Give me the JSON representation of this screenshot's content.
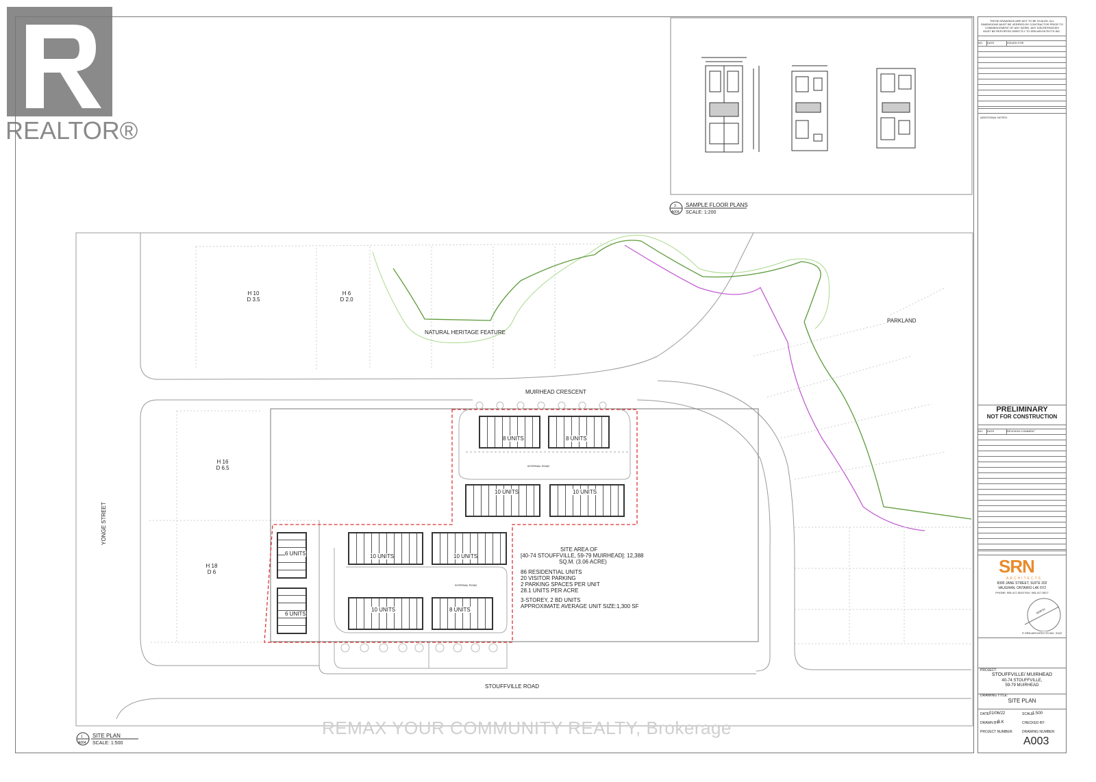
{
  "header_note": "THESE DRAWINGS ARE NOT TO BE SCALED. ALL DIMENSIONS MUST BE VERIFIED BY CONTRACTOR PRIOR TO COMMENCEMENT OF ANY WORK. ANY DISCREPANCIES MUST BE REPORTED DIRECTLY TO SRN ARCHITECTS INC.",
  "issued_table": {
    "headers": [
      "NO.",
      "DATE",
      "ISSUED FOR"
    ]
  },
  "additional_notes": "ADDITIONAL NOTES:",
  "preliminary": {
    "line1": "PRELIMINARY",
    "line2": "NOT FOR CONSTRUCTION"
  },
  "revision_table": {
    "headers": [
      "NO.",
      "DATE",
      "REVISION COMMENT"
    ]
  },
  "firm": {
    "logo": "SRN",
    "sub": "ARCHITECTS",
    "address1": "8395 JANE STREET, SUITE 202",
    "address2": "VAUGHAN, ONTARIO L4K 5Y2",
    "phone": "PHONE: 905-417-5515  FAX: 905-417-5517",
    "copyright": "© SRN ARCHITECTS INC. 2022"
  },
  "north": "NORTH",
  "project": {
    "label": "PROJECT:",
    "name": "STOUFFVILLE/ MUIRHEAD",
    "addr1": "40-74 STOUFFVILLE,",
    "addr2": "59-79 MUIRHEAD"
  },
  "drawing_title": {
    "label": "DRAWING TITLE:",
    "value": "SITE PLAN"
  },
  "meta": {
    "date_label": "DATE:",
    "date": "01/06/22",
    "scale_label": "SCALE:",
    "scale": "1:500",
    "drawn_label": "DRAWN BY:",
    "drawn": "B.K",
    "checked_label": "CHECKED BY:",
    "project_no_label": "PROJECT NUMBER:",
    "drawing_no_label": "DRAWING NUMBER:",
    "sheet": "A003"
  },
  "sample_plans": {
    "title": "SAMPLE FLOOR PLANS",
    "scale": "SCALE: 1:200",
    "ref_top": "3",
    "ref_bottom": "A004"
  },
  "site_plan_label": {
    "title": "SITE PLAN",
    "scale": "SCALE: 1:500",
    "ref_top": "1",
    "ref_bottom": "A004"
  },
  "map_labels": {
    "h10": "H 10",
    "d35": "D 3.5",
    "h6": "H 6",
    "d20": "D 2.0",
    "heritage": "NATURAL HERITAGE FEATURE",
    "parkland": "PARKLAND",
    "muirhead": "MUIRHEAD CRESCENT",
    "h16": "H 16",
    "d65": "D 6.5",
    "yonge": "YONGE STREET",
    "h18": "H 18",
    "d6": "D 6",
    "stouffville": "STOUFFVILLE ROAD",
    "internal_road": "INTERNAL ROAD"
  },
  "blocks": {
    "b1": "8 UNITS",
    "b2": "8 UNITS",
    "b3": "10 UNITS",
    "b4": "10 UNITS",
    "b5": "10 UNITS",
    "b6": "10 UNITS",
    "b7": "10 UNITS",
    "b8": "8 UNITS",
    "b9": "6 UNITS",
    "b10": "6 UNITS"
  },
  "site_stats": {
    "l1": "SITE AREA OF",
    "l2": "[40-74 STOUFFVILLE, 59-79 MUIRHEAD]: 12,388",
    "l3": "SQ.M. (3.06 ACRE)",
    "l4": "86 RESIDENTIAL UNITS",
    "l5": "20 VISITOR PARKING",
    "l6": "2 PARKING SPACES PER UNIT",
    "l7": "28.1 UNITS PER ACRE",
    "l8": "3-STOREY, 2 BD UNITS",
    "l9": "APPROXIMATE AVERAGE UNIT SIZE:1,300 SF"
  },
  "watermark": "REMAX YOUR COMMUNITY REALTY, Brokerage",
  "realtor": "REALTOR®"
}
